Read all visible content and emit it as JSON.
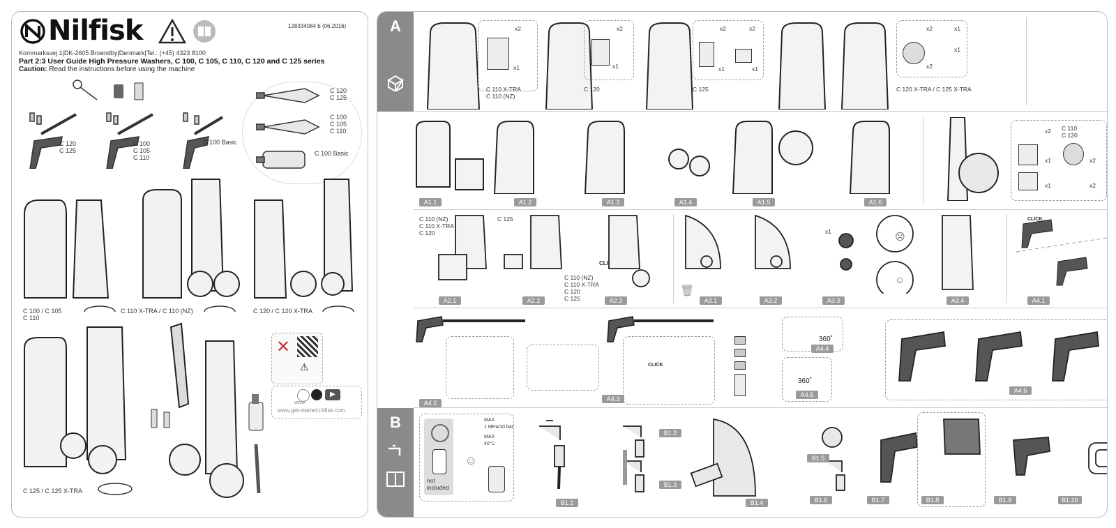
{
  "brand": {
    "name": "Nilfisk",
    "doc_number": "128334084 b (06.2016)"
  },
  "header": {
    "address": "Kornmarksvej 1|DK-2605 Broendby|Denmark|Tel.: (+45) 4323 8100",
    "title": "Part 2:3 User Guide High Pressure Washers, C 100, C 105, C 110, C 120 and C 125 series",
    "caution_label": "Caution:",
    "caution_text": "Read the instructions before using the machine"
  },
  "left": {
    "gun_labels": [
      "C 120\nC 125",
      "C 100\nC 105\nC 110",
      "C 100 Basic"
    ],
    "nozzle_labels": [
      "C 120\nC 125",
      "C 100\nC 105\nC 110",
      "C 100 Basic"
    ],
    "machine_labels": [
      "C 100 / C 105\nC 110",
      "C 110 X-TRA / C 110 (NZ)",
      "C 120 / C 120 X-TRA",
      "C 125 / C 125 X-TRA"
    ],
    "web": "www",
    "url": "www.get-started.nilfisk.com"
  },
  "section_a": {
    "letter": "A",
    "row1_labels": {
      "c110": "C 110 X-TRA\nC 110 (NZ)",
      "c120": "C 120",
      "c125": "C 125",
      "c120x": "C 120 X-TRA / C 125 X-TRA"
    },
    "row1_counts": {
      "x2a": "x2",
      "x1a": "x1",
      "x2b": "x2",
      "x1b": "x1",
      "x2c": "x2",
      "x2d": "x2",
      "x1c": "x1",
      "x1d": "x1",
      "x2e": "x2",
      "x1e": "x1",
      "x1f": "x1",
      "x2f": "x2"
    },
    "row2_tags": [
      "A1.1",
      "A1.2",
      "A1.3",
      "A1.4",
      "A1.5",
      "A1.6"
    ],
    "row2_box": {
      "models": "C 110\nC 120",
      "x2a": "x2",
      "x1a": "x1",
      "x2b": "x2",
      "x1b": "x1",
      "x2c": "x2"
    },
    "row3_tags": [
      "A2.1",
      "A2.2",
      "A2.3",
      "A3.1",
      "A3.2",
      "A3.3",
      "A3.4",
      "A4.1"
    ],
    "row3_notes": {
      "a21": "C 110 (NZ)\nC 110 X-TRA\nC 120",
      "a22": "C 125",
      "a23": "C 110 (NZ)\nC 110 X-TRA\nC 120\nC 125",
      "click": "CLICK",
      "x1": "x1"
    },
    "row4_tags": [
      "A4.2",
      "A4.3",
      "A4.4",
      "A4.5",
      "A4.6"
    ],
    "row4_notes": {
      "deg1": "360˚",
      "deg2": "360˚",
      "click": "CLICK"
    }
  },
  "section_b": {
    "letter": "B",
    "tags": [
      "B1.1",
      "B1.2",
      "B1.3",
      "B1.4",
      "B1.5",
      "B1.6",
      "B1.7",
      "B1.8",
      "B1.9",
      "B1.10"
    ],
    "max_pressure": "MAX\n1 MPa/10 bar",
    "max_temp": "MAX\n40°C",
    "not_included": "not\nincluded"
  }
}
